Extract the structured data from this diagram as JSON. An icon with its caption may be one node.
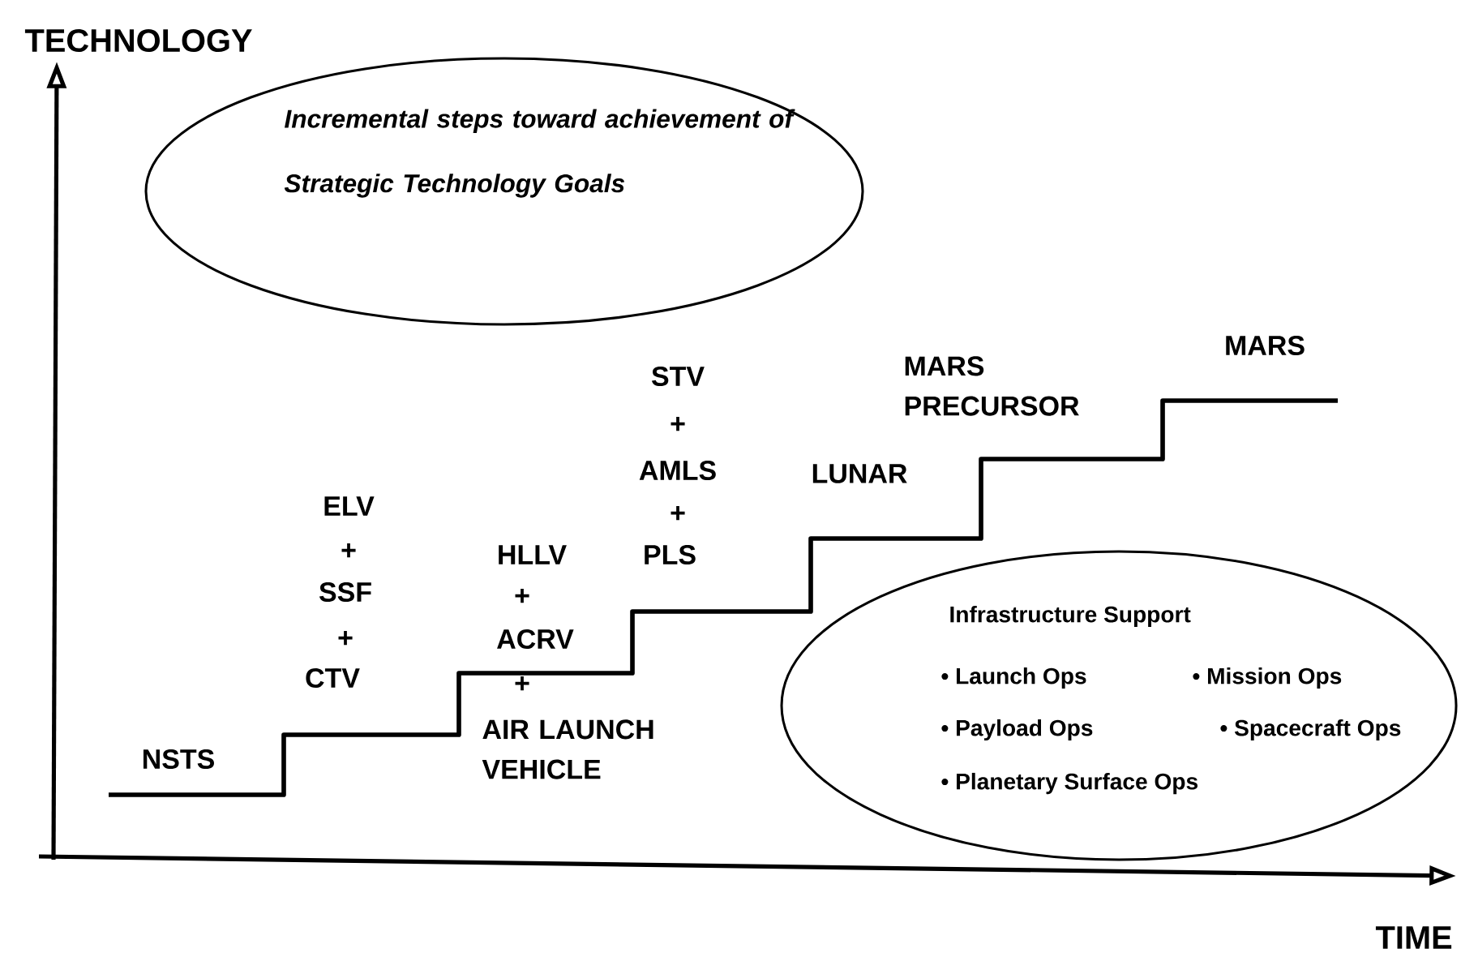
{
  "diagram": {
    "nodes": [
      {
        "text": [
          "Incremental steps toward achievement of Strategic Technology Goals"
        ]
      },
      {
        "text": [
          "Infrastructure Support",
          "• Launch Ops",
          "• Mission Ops",
          "• Payload Ops",
          "• Spacecraft Ops",
          "• Planetary Surface Ops"
        ]
      }
    ],
    "edges": [],
    "labels": [
      "TECHNOLOGY",
      "STV",
      "+",
      "AMLS",
      "MARS",
      "MARS PRECURSOR",
      "ELV",
      "LUNAR",
      "+",
      "HLLV",
      "+",
      "PLS",
      "SSF",
      "+",
      "+",
      "ACRV",
      "CTV",
      "+",
      "AIR LAUNCH VEHICLE",
      "NSTS",
      "TIME"
    ]
  }
}
